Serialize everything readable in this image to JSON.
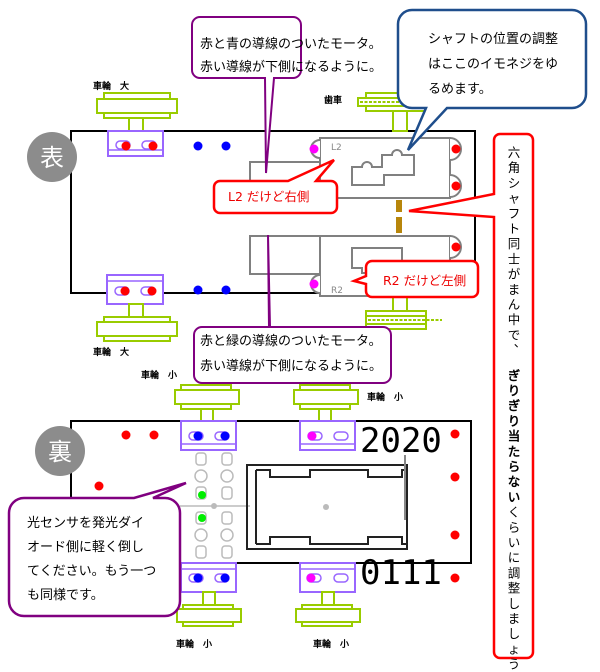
{
  "colors": {
    "board_outline": "#000000",
    "wheel": "#99cc00",
    "mount": "#9966ff",
    "motor": "#808080",
    "red_dot": "#ff0000",
    "blue_dot": "#0000ff",
    "magenta_dot": "#ff00ff",
    "green_dot": "#00cc00",
    "shaft": "#b8860b",
    "purple_callout": "#800080",
    "blue_callout": "#1f4e8c",
    "red_callout": "#ff0000",
    "badge": "#8c8c8c"
  },
  "front": {
    "badge": "表",
    "labels": {
      "wheel_large_top": "車輪　大",
      "wheel_large_bottom": "車輪　大",
      "gear": "歯車",
      "motor_l2": "L2",
      "motor_r2": "R2"
    },
    "callouts": {
      "top_motor": [
        "赤と青の導線のついたモータ。",
        "赤い導線が下側になるように。"
      ],
      "bottom_motor": [
        "赤と緑の導線のついたモータ。",
        "赤い導線が下側になるように。"
      ],
      "set_screw": [
        "シャフトの位置の調整",
        "はここのイモネジをゆ",
        "るめます。"
      ],
      "l2_note": "L2 だけど右側",
      "r2_note": "R2 だけど左側"
    }
  },
  "back": {
    "badge": "裏",
    "labels": {
      "wheel_small_tl": "車輪　小",
      "wheel_small_tr": "車輪　小",
      "wheel_small_bl": "車輪　小",
      "wheel_small_br": "車輪　小"
    },
    "year_digits": "2020",
    "bottom_digits": "0111",
    "callouts": {
      "sensor": [
        "光センサを発光ダイ",
        "オード側に軽く倒し",
        "てください。もう一つ",
        "も同様です。"
      ]
    }
  },
  "side_note": {
    "normal_1": "六角シャフト同士がまん中で、",
    "bold": "ぎりぎり当たらない",
    "normal_2": "くらいに調整しましょう。"
  }
}
